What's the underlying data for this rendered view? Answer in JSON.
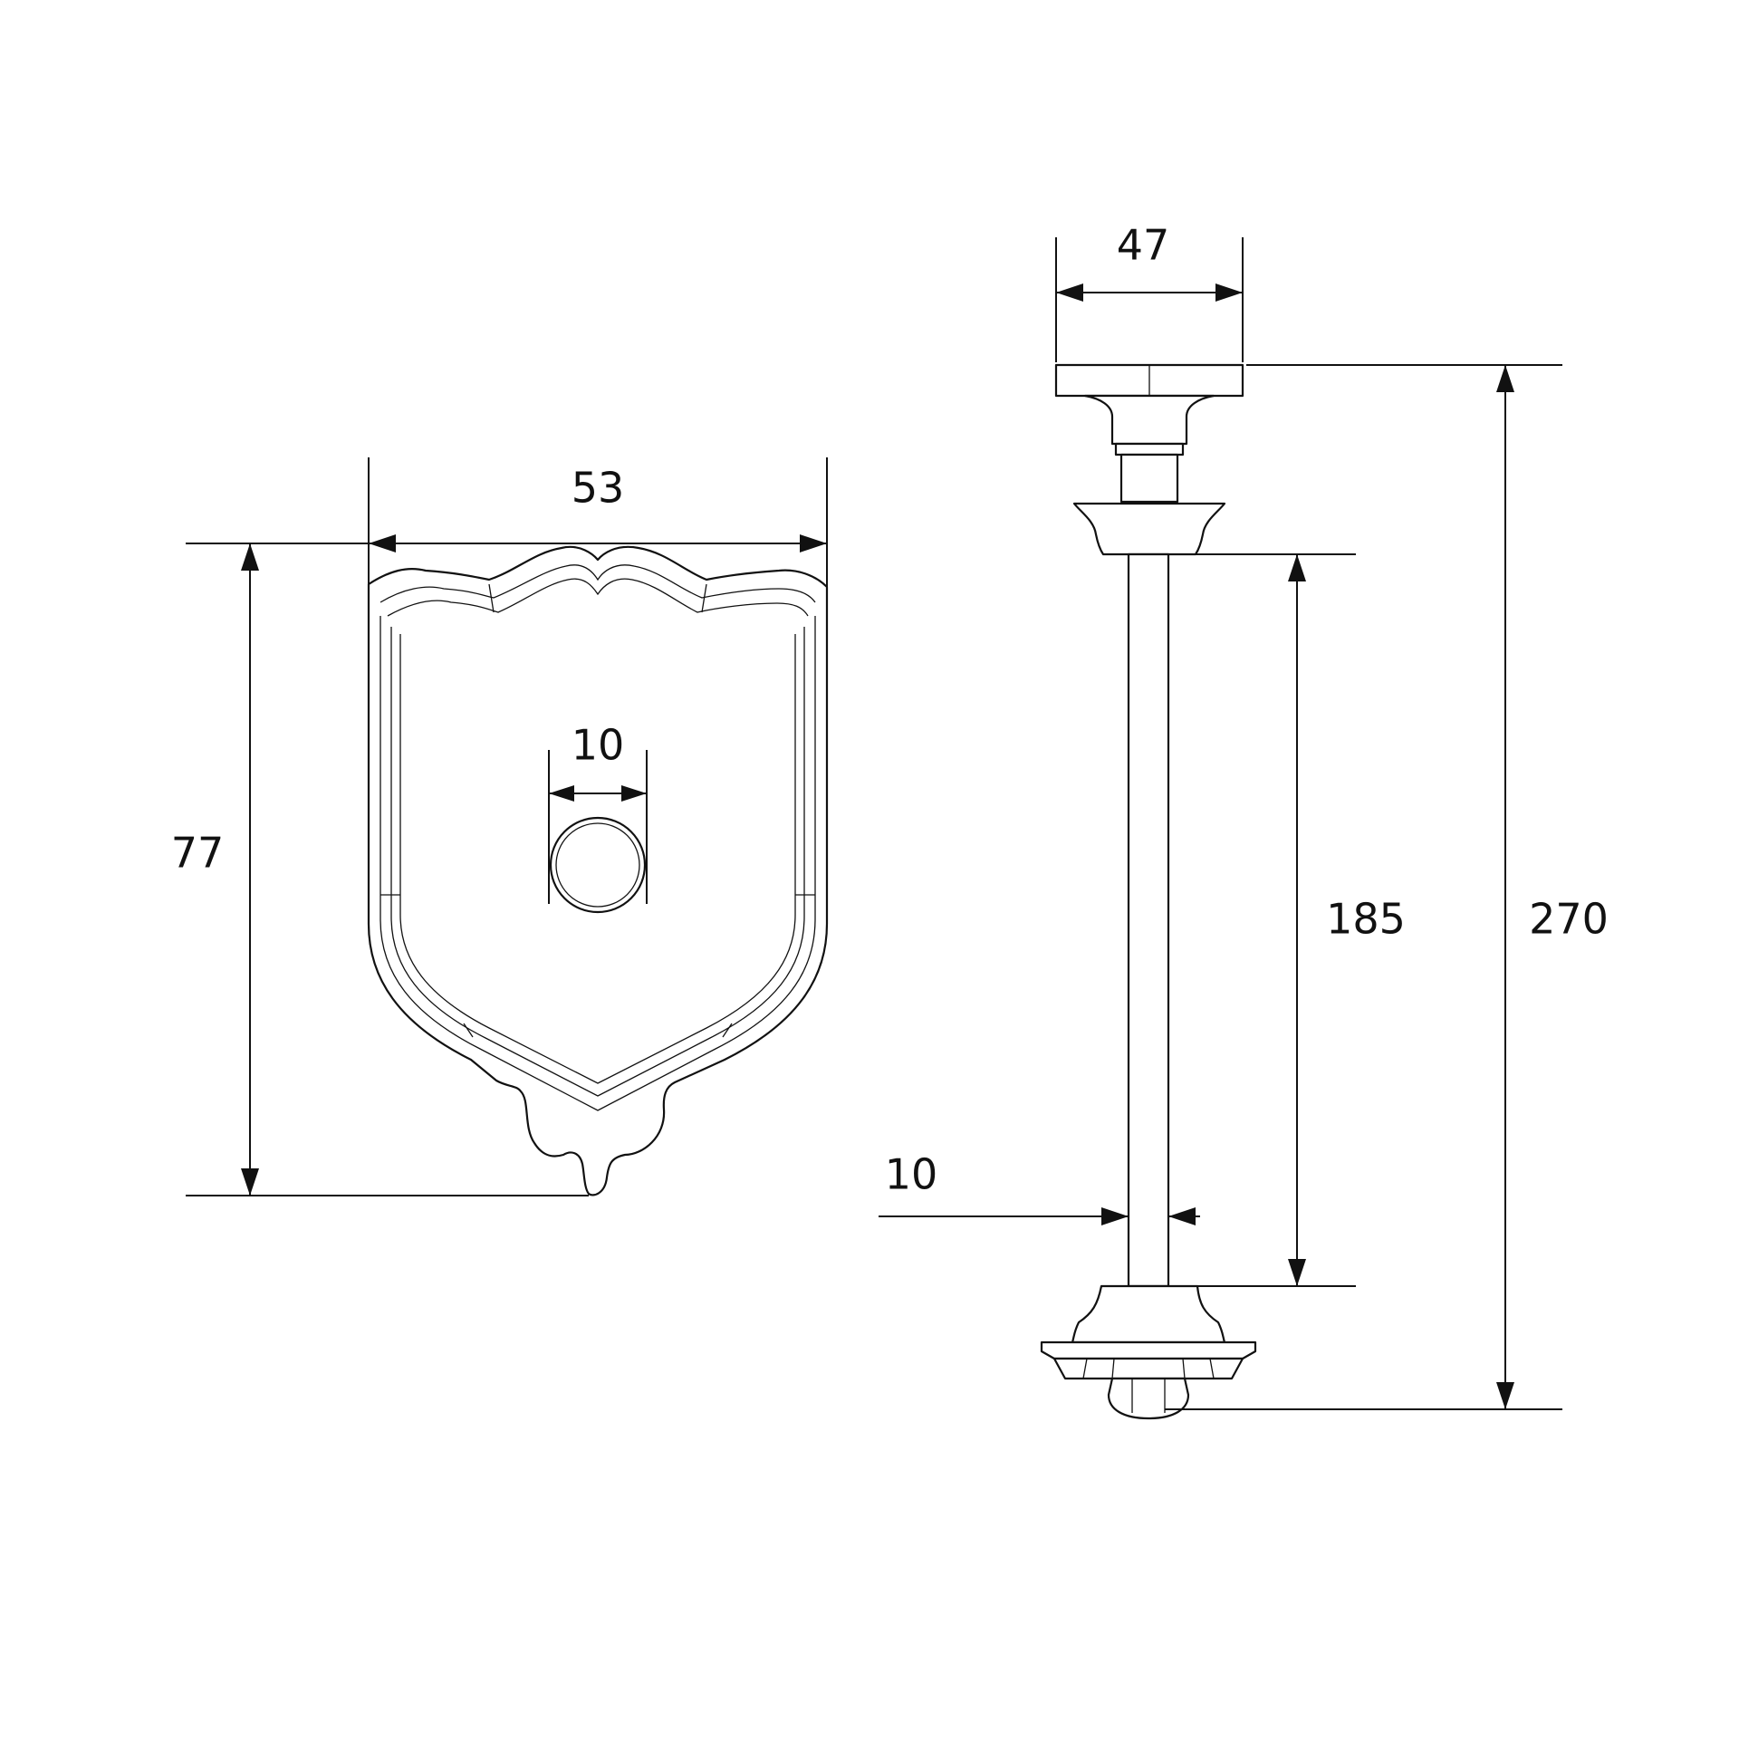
{
  "front_view": {
    "width_label": "53",
    "height_label": "77",
    "hole_label": "10"
  },
  "side_view": {
    "top_width_label": "47",
    "rod_length_label": "185",
    "total_height_label": "270",
    "rod_diameter_label": "10"
  },
  "colors": {
    "line": "#111111",
    "background": "#ffffff"
  }
}
